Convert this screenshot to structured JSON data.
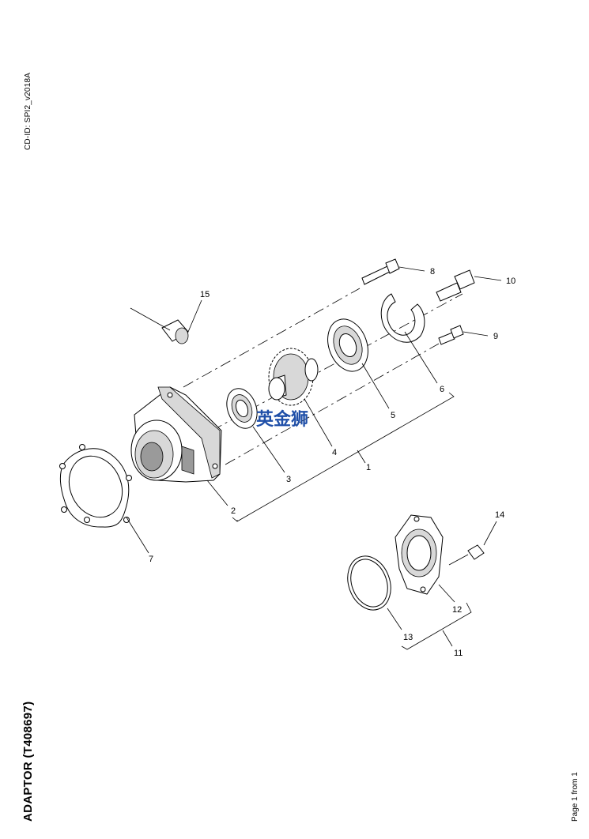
{
  "document": {
    "cd_id": "CD-ID: SPI2_v2018A",
    "title": "ADAPTOR (T408697)",
    "page_number": "Page 1 from 1",
    "watermark": "英金狮"
  },
  "callouts": [
    "1",
    "2",
    "3",
    "4",
    "5",
    "6",
    "7",
    "8",
    "9",
    "10",
    "11",
    "12",
    "13",
    "14",
    "15"
  ]
}
